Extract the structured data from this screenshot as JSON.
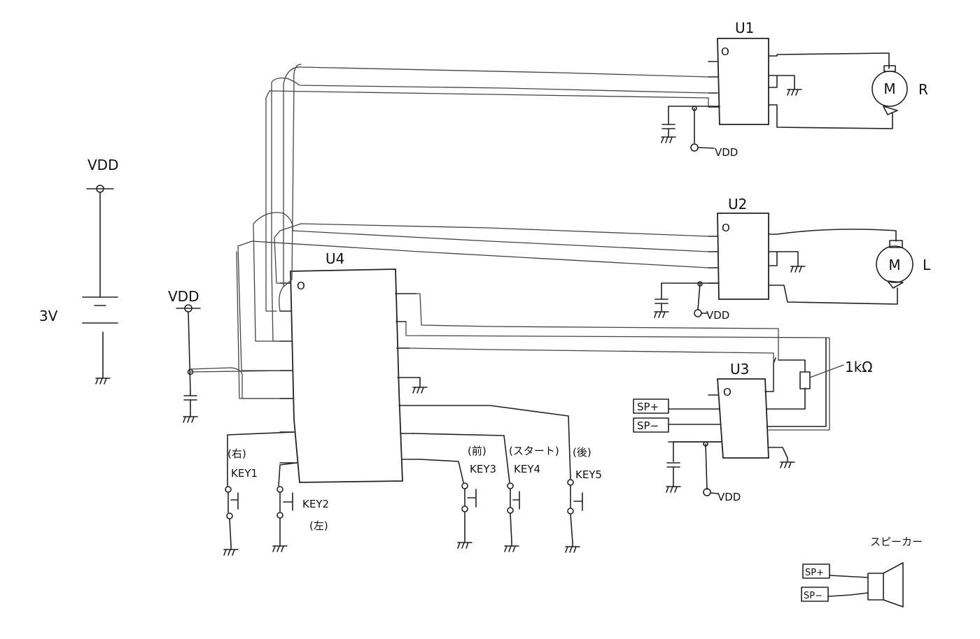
{
  "diagram": {
    "components": {
      "u1": {
        "label": "U1",
        "pin1_mark": "O"
      },
      "u2": {
        "label": "U2",
        "pin1_mark": "O"
      },
      "u3": {
        "label": "U3",
        "pin1_mark": "O"
      },
      "u4": {
        "label": "U4",
        "pin1_mark": "O"
      }
    },
    "motors": {
      "right": {
        "symbol": "M",
        "side_label": "R"
      },
      "left": {
        "symbol": "M",
        "side_label": "L"
      }
    },
    "power": {
      "battery_voltage": "3V",
      "vdd_battery": "VDD",
      "vdd_u4": "VDD",
      "vdd_u1": "VDD",
      "vdd_u2": "VDD",
      "vdd_u3": "VDD"
    },
    "resistor": {
      "value": "1kΩ"
    },
    "speaker_pins": {
      "sp_plus": "SP+",
      "sp_minus": "SP−"
    },
    "speaker": {
      "title": "スピーカー",
      "sp_plus": "SP+",
      "sp_minus": "SP−"
    },
    "keys": [
      {
        "annotation": "(右)",
        "name": "KEY1"
      },
      {
        "annotation": "(左)",
        "name": "KEY2"
      },
      {
        "annotation": "(前)",
        "name": "KEY3"
      },
      {
        "annotation": "(スタート)",
        "name": "KEY4"
      },
      {
        "annotation": "(後)",
        "name": "KEY5"
      }
    ]
  }
}
